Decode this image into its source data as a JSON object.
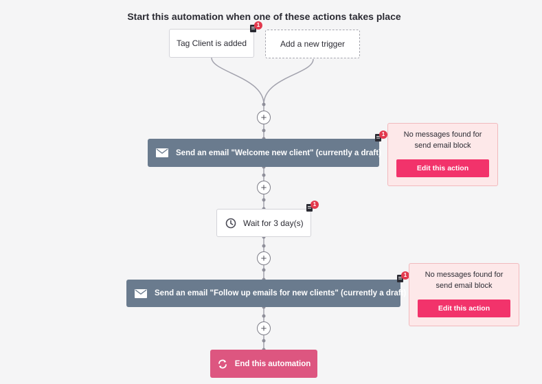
{
  "header": {
    "title": "Start this automation when one of these actions takes place"
  },
  "triggers": {
    "existing": {
      "label": "Tag Client is added",
      "badge_count": "1",
      "badge_icon": "document-icon"
    },
    "add_new": {
      "label": "Add a new trigger"
    }
  },
  "actions": [
    {
      "type": "email",
      "icon": "envelope-icon",
      "label": "Send an email \"Welcome new client\" (currently a draft)",
      "badge_count": "1",
      "notice": {
        "message": "No messages found for send email block",
        "button_label": "Edit this action"
      }
    },
    {
      "type": "wait",
      "icon": "clock-icon",
      "label": "Wait for 3 day(s)",
      "badge_count": "1"
    },
    {
      "type": "email",
      "icon": "envelope-icon",
      "label": "Send an email \"Follow up emails for new clients\" (currently a draft)",
      "badge_count": "1",
      "notice": {
        "message": "No messages found for send email block",
        "button_label": "Edit this action"
      }
    }
  ],
  "end": {
    "icon": "refresh-icon",
    "label": "End this automation"
  },
  "insert_button": {
    "symbol": "+"
  },
  "colors": {
    "email_block": "#6a7b8e",
    "end_block": "#dd5680",
    "edit_button": "#f2336b",
    "notice_bg": "#fde8e9",
    "badge": "#e2394d",
    "connector": "#9c9ca8"
  }
}
